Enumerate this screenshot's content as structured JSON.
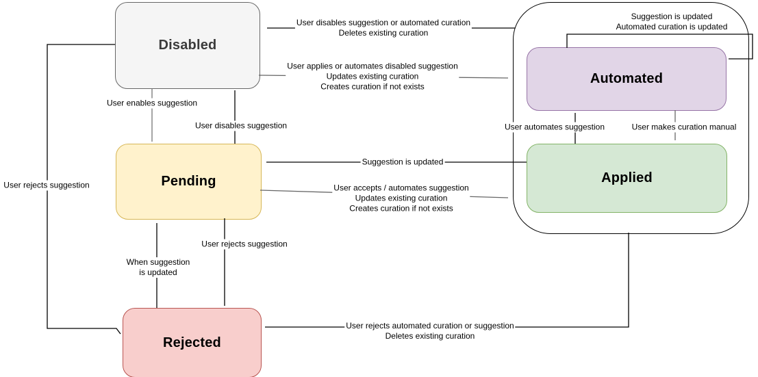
{
  "diagram": {
    "type": "state-diagram",
    "background": "#ffffff",
    "states": [
      {
        "name": "Disabled",
        "fill": "#f5f5f5",
        "border": "#666666",
        "text_color": "#3b3b3b"
      },
      {
        "name": "Pending",
        "fill": "#fff2cc",
        "border": "#d6b656",
        "text_color": "#000000"
      },
      {
        "name": "Rejected",
        "fill": "#f8cecc",
        "border": "#b85450",
        "text_color": "#000000"
      },
      {
        "name": "Automated",
        "fill": "#e1d5e7",
        "border": "#9673a6",
        "text_color": "#000000"
      },
      {
        "name": "Applied",
        "fill": "#d5e8d4",
        "border": "#82b366",
        "text_color": "#000000"
      }
    ],
    "group": {
      "contains": [
        "Automated",
        "Applied"
      ],
      "fill": "#ffffff",
      "border": "#000000"
    },
    "edges": [
      {
        "from": "group",
        "to": "Disabled",
        "label": [
          "User disables suggestion or automated curation",
          "Deletes existing curation"
        ]
      },
      {
        "from": "Disabled",
        "to": "group",
        "label": [
          "User applies or automates disabled suggestion",
          "Updates existing curation",
          "Creates curation if not exists"
        ]
      },
      {
        "from": "Automated",
        "to": "Automated",
        "label": [
          "Suggestion is updated",
          "Automated curation is updated"
        ]
      },
      {
        "from": "Disabled",
        "to": "Pending",
        "label": [
          "User enables suggestion"
        ]
      },
      {
        "from": "Pending",
        "to": "Disabled",
        "label": [
          "User disables suggestion"
        ]
      },
      {
        "from": "Applied",
        "to": "Automated",
        "label": [
          "User automates suggestion"
        ]
      },
      {
        "from": "Automated",
        "to": "Applied",
        "label": [
          "User makes curation manual"
        ]
      },
      {
        "from": "Applied",
        "to": "Pending",
        "label": [
          "Suggestion is updated"
        ]
      },
      {
        "from": "Pending",
        "to": "group",
        "label": [
          "User accepts / automates suggestion",
          "Updates existing curation",
          "Creates curation if not exists"
        ]
      },
      {
        "from": "Disabled",
        "to": "Rejected",
        "label": [
          "User rejects suggestion"
        ]
      },
      {
        "from": "Rejected",
        "to": "Pending",
        "label": [
          "When suggestion",
          "is updated"
        ]
      },
      {
        "from": "Pending",
        "to": "Rejected",
        "label": [
          "User rejects suggestion"
        ]
      },
      {
        "from": "group",
        "to": "Rejected",
        "label": [
          "User rejects automated curation or suggestion",
          "Deletes existing curation"
        ]
      }
    ]
  }
}
